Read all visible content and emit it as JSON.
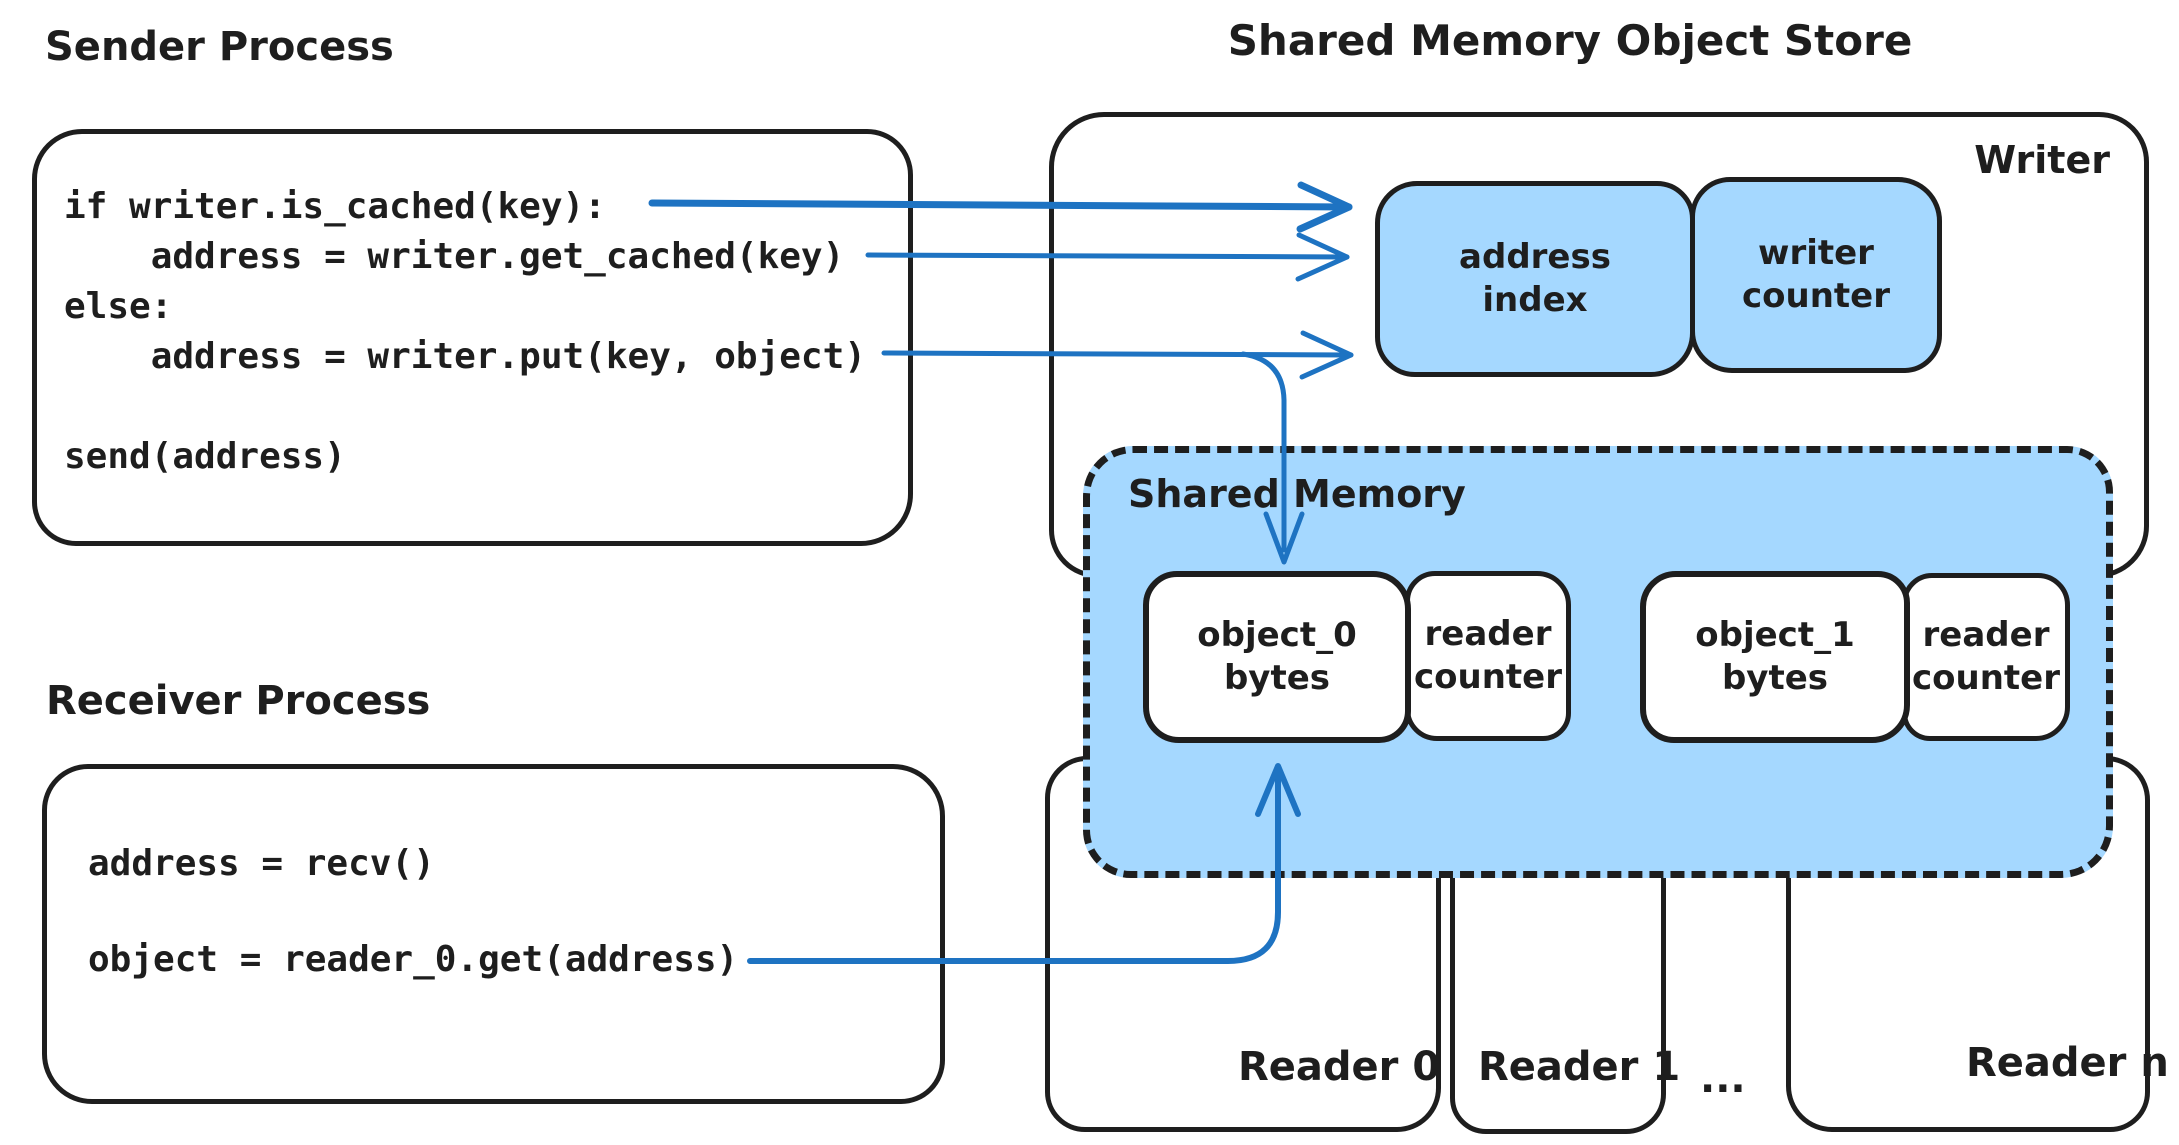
{
  "diagram": {
    "title": "Shared Memory Object Store",
    "sender": {
      "label": "Sender Process",
      "code": [
        "if writer.is_cached(key):",
        "    address = writer.get_cached(key)",
        "else:",
        "    address = writer.put(key, object)",
        "",
        "send(address)"
      ]
    },
    "receiver": {
      "label": "Receiver Process",
      "code": [
        "address = recv()",
        "",
        "object = reader_0.get(address)"
      ]
    },
    "writer": {
      "label": "Writer",
      "address_index": [
        "address",
        "index"
      ],
      "writer_counter": [
        "writer",
        "counter"
      ]
    },
    "shared_memory": {
      "label": "Shared Memory",
      "slots": [
        {
          "object": [
            "object_0",
            "bytes"
          ],
          "counter": [
            "reader",
            "counter"
          ]
        },
        {
          "object": [
            "object_1",
            "bytes"
          ],
          "counter": [
            "reader",
            "counter"
          ]
        }
      ]
    },
    "readers": {
      "labels": [
        "Reader 0",
        "Reader 1",
        "Reader n"
      ],
      "ellipsis": "..."
    },
    "colors": {
      "stroke": "#1e1e1e",
      "fill_blue": "#a5d8ff",
      "arrow_blue": "#1e73c2",
      "background": "#ffffff"
    }
  }
}
